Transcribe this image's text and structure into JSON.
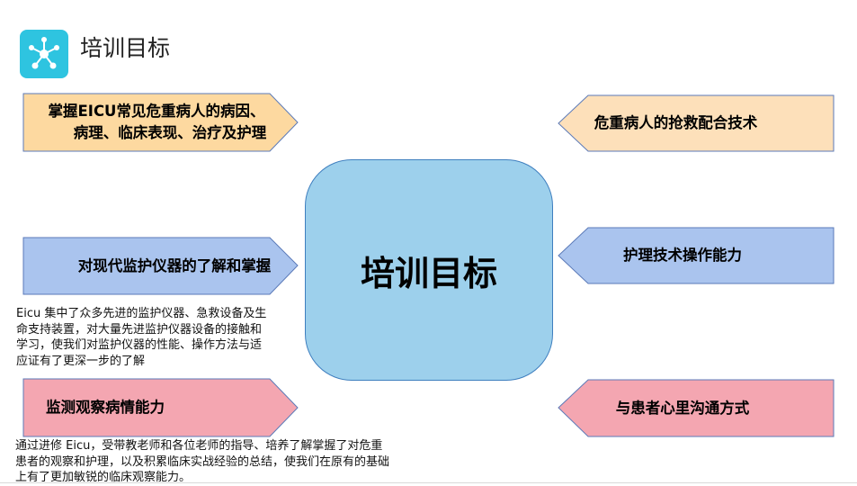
{
  "header": {
    "title": "培训目标",
    "logo_icon": "network-nodes-icon",
    "logo_color": "#2ec4e0"
  },
  "center": {
    "label": "培训目标"
  },
  "left_arrows": [
    {
      "label_line1": "掌握EICU常见危重病人的病因、",
      "label_line2": "病理、临床表现、治疗及护理",
      "color": "#fdd9a0"
    },
    {
      "label": "对现代监护仪器的了解和掌握",
      "color": "#aac4ee"
    },
    {
      "label": "监测观察病情能力",
      "color": "#f4a6b1"
    }
  ],
  "right_arrows": [
    {
      "label": "危重病人的抢救配合技术",
      "color": "#fde0ba"
    },
    {
      "label": "护理技术操作能力",
      "color": "#aac4ee"
    },
    {
      "label": "与患者心里沟通方式",
      "color": "#f4a6b1"
    }
  ],
  "notes": {
    "monitor": {
      "line1": "Eicu 集中了众多先进的监护仪器、急救设备及生",
      "line2": "命支持装置，对大量先进监护仪器设备的接触和",
      "line3": "学习，使我们对监护仪器的性能、操作方法与适",
      "line4": "应证有了更深一步的了解"
    },
    "observe": {
      "line1": "通过进修 Eicu，受带教老师和各位老师的指导、培养了解掌握了对危重",
      "line2": "患者的观察和护理，以及积累临床实战经验的总结，使我们在原有的基础",
      "line3": "上有了更加敏锐的临床观察能力。"
    }
  }
}
